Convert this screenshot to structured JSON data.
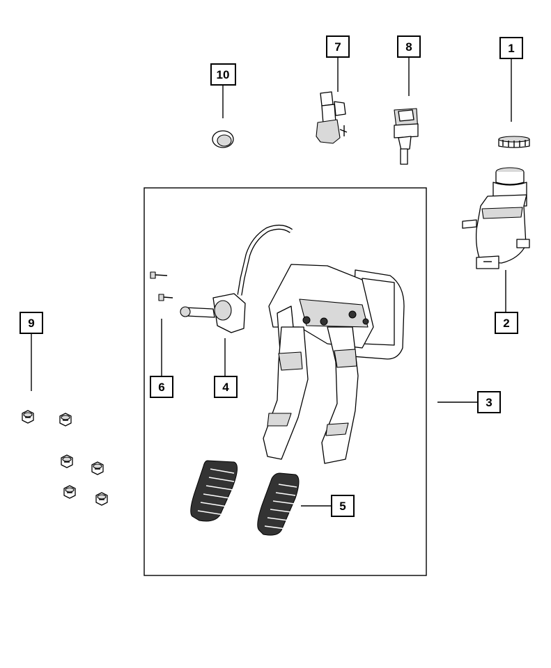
{
  "callouts": [
    {
      "id": "1",
      "label": "1"
    },
    {
      "id": "2",
      "label": "2"
    },
    {
      "id": "3",
      "label": "3"
    },
    {
      "id": "4",
      "label": "4"
    },
    {
      "id": "5",
      "label": "5"
    },
    {
      "id": "6",
      "label": "6"
    },
    {
      "id": "7",
      "label": "7"
    },
    {
      "id": "8",
      "label": "8"
    },
    {
      "id": "9",
      "label": "9"
    },
    {
      "id": "10",
      "label": "10"
    }
  ],
  "colors": {
    "line": "#000000",
    "background": "#ffffff",
    "shade": "#d9d9d9"
  },
  "icons": [
    "reservoir-cap-icon",
    "fluid-reservoir-icon",
    "pedal-bracket-icon",
    "master-cylinder-icon",
    "pedal-pad-icon",
    "bolt-icon",
    "switch-icon",
    "sensor-icon",
    "nut-icon",
    "plug-icon"
  ]
}
